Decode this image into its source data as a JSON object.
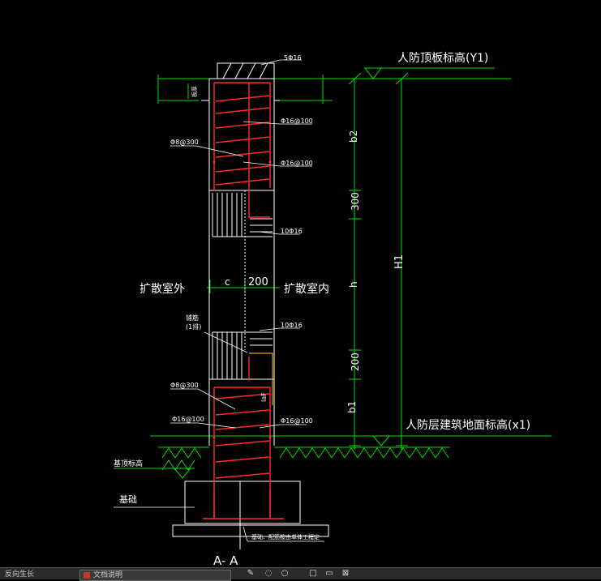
{
  "labels": {
    "top_elevation": "人防顶板标高(Y1)",
    "floor_elevation": "人防层建筑地面标高(x1)",
    "outside": "扩散室外",
    "inside": "扩散室内",
    "foundation_top": "基顶标高",
    "foundation": "基础",
    "foundation_note": "基础、配筋按由单体工程定",
    "section_title": "A- A",
    "bar_top": "5Φ16",
    "slab_thk": "板厚",
    "bar_d16_100_upper_a": "Φ16@100",
    "bar_d16_100_upper_b": "Φ16@100",
    "bar_d8_300_upper": "Φ8@300",
    "bar_10d16_upper": "10Φ16",
    "bar_10d16_lower": "10Φ16",
    "bar_d8_300_lower": "Φ8@300",
    "bar_d16_100_lower_left": "Φ16@100",
    "bar_d16_100_lower_right": "Φ16@100",
    "embed_note_1": "铺筋",
    "embed_note_2": "(1排)",
    "anchor_len": "laF",
    "dim_c": "c",
    "dim_200": "200",
    "dim_b2": "b2",
    "dim_300": "300",
    "dim_h": "h",
    "dim_200_v": "200",
    "dim_b1": "b1",
    "dim_H1": "H1"
  },
  "taskbar": {
    "item1": "反向生长",
    "item2": "文档说明"
  },
  "colors": {
    "background": "#000000",
    "outline": "#ffffff",
    "rebar": "#ff2a2a",
    "dimension": "#00e000",
    "leader": "#ffffff",
    "rebar_alt": "#e6a300"
  }
}
